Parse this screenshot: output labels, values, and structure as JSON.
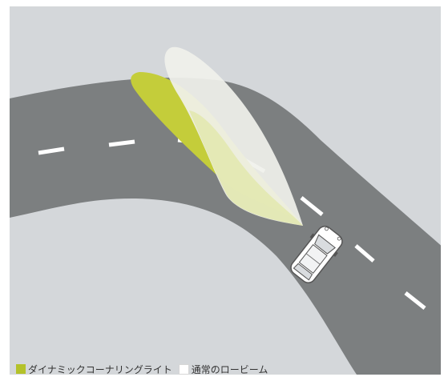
{
  "legend": {
    "dynamic_cornering_light": "ダイナミックコーナリングライト",
    "normal_low_beam": "通常のロービーム"
  },
  "colors": {
    "background": "#d4d7da",
    "road": "#7c7f80",
    "lane_marking": "#ffffff",
    "cornering_light": "#c4cd3a",
    "low_beam": "#f0f1ec",
    "overlap": "#e2e8b0",
    "car_body": "#ffffff"
  },
  "icons": {
    "car": "car-top-view-icon",
    "swatch_cornering": "yellow-green-square",
    "swatch_low_beam": "white-square"
  }
}
